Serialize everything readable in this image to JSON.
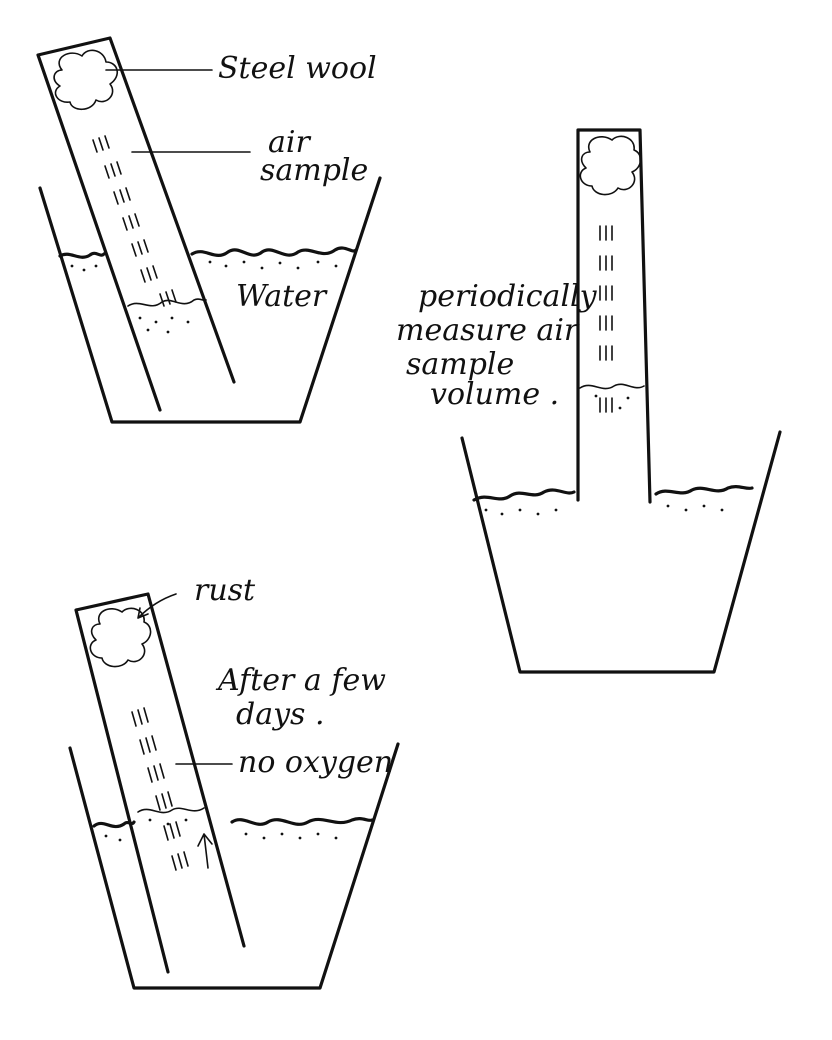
{
  "labels": {
    "steel_wool": "Steel wool",
    "air_sample": [
      "air",
      "sample"
    ],
    "water": "Water",
    "periodically": [
      "periodically",
      "measure air",
      "sample",
      "volume ."
    ],
    "rust": "rust",
    "after": [
      "After a few",
      "days ."
    ],
    "no_oxygen": "no oxygen"
  },
  "colors": {
    "ink": "#111111",
    "paper": "#ffffff"
  }
}
